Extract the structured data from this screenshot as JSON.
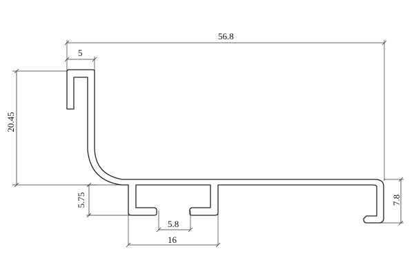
{
  "dimensions": {
    "overall_width": "56.8",
    "lip_width": "5",
    "overall_height": "20.45",
    "flange_height": "5.75",
    "slot_width": "5.8",
    "channel_width": "16",
    "right_lip_height": "7.8"
  },
  "colors": {
    "line": "#222222",
    "background": "#ffffff"
  }
}
